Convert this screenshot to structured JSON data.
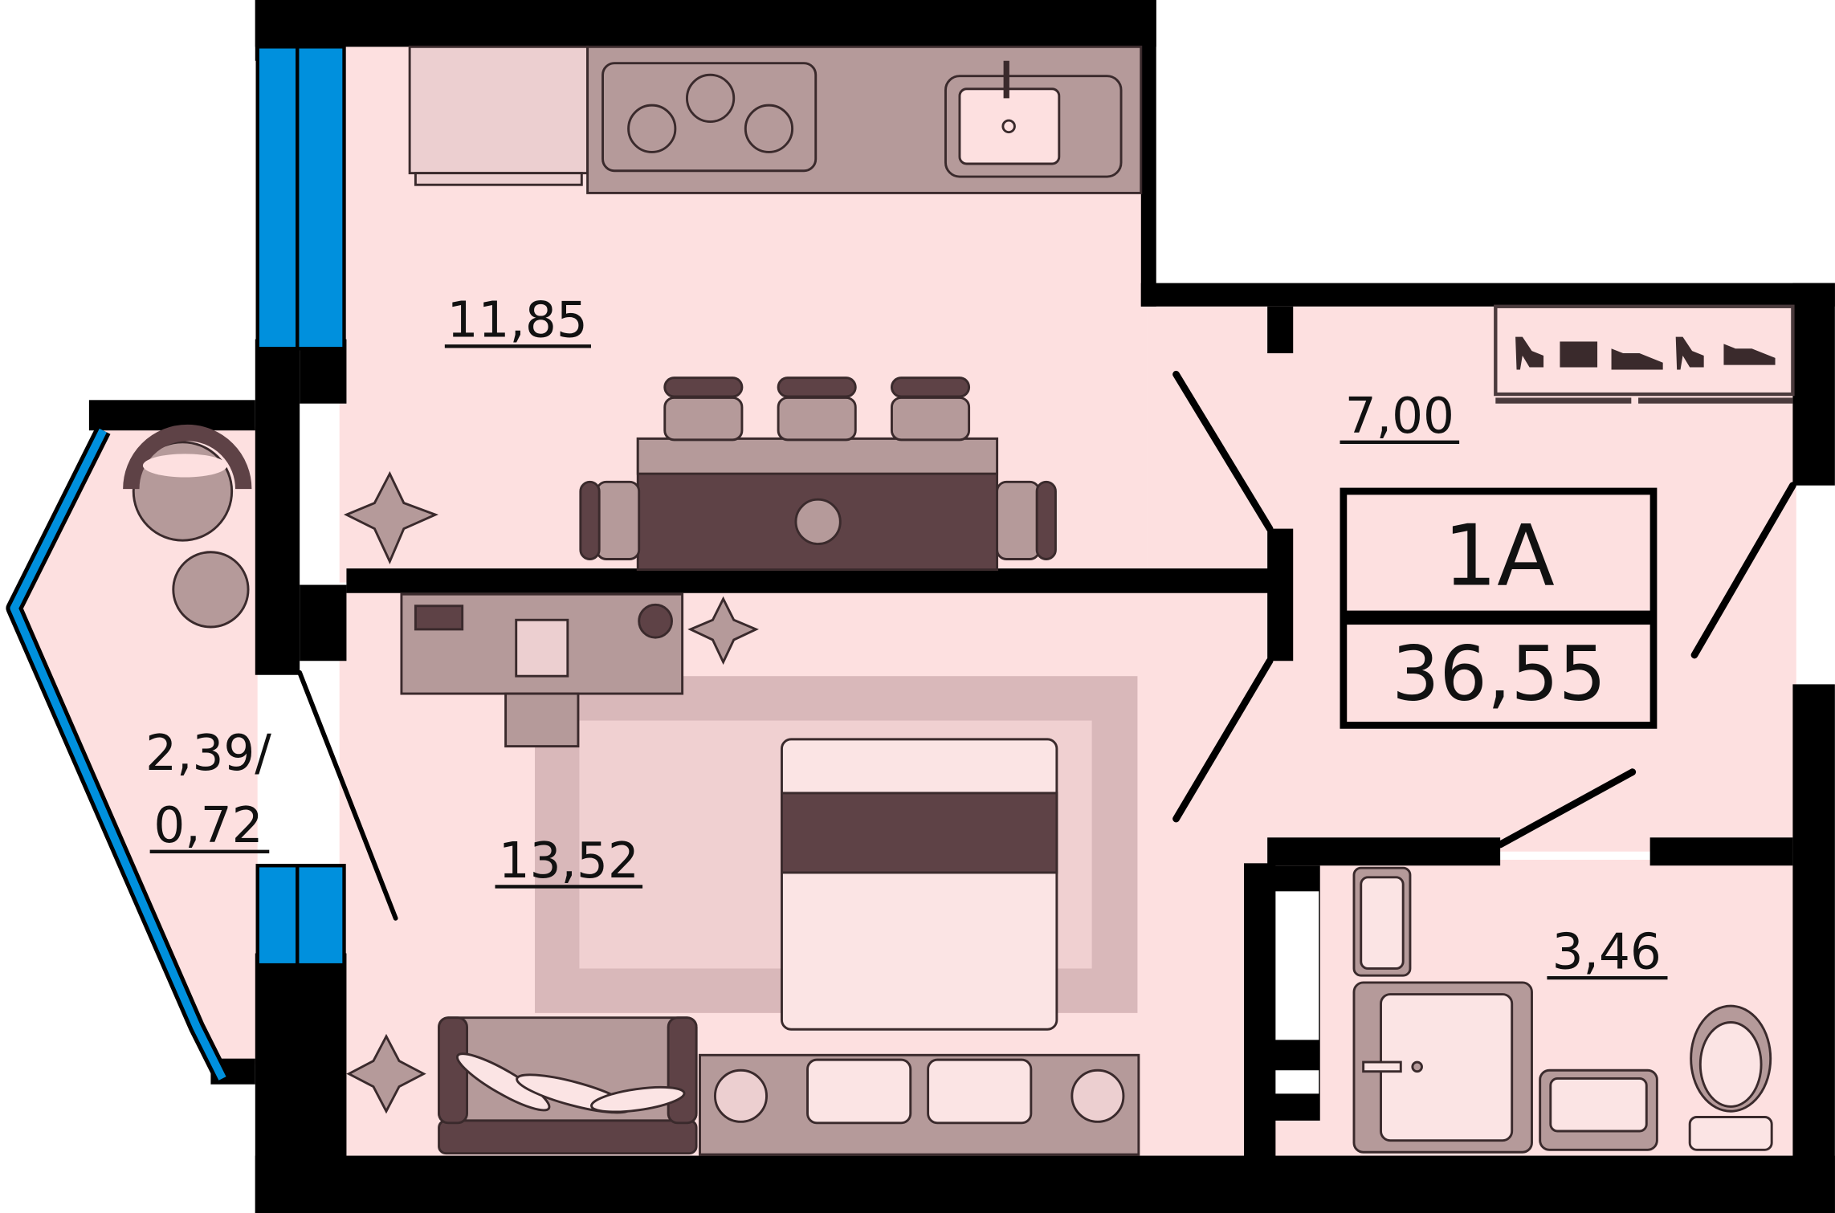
{
  "plan": {
    "apartment_type": "1A",
    "total_area": "36,55",
    "rooms": {
      "kitchen_area": "11,85",
      "hallway_area": "7,00",
      "balcony_area": "2,39/",
      "balcony_area_reduced": "0,72",
      "bedroom_area": "13,52",
      "bathroom_area": "3,46"
    }
  },
  "colors": {
    "floor": "#fde0e0",
    "wall": "#000000",
    "window": "#0090dd",
    "furniture_mid": "#b59a9a",
    "furniture_dark": "#5e4246",
    "furniture_light": "#eccfd0"
  },
  "icons": [
    "heel-shoe-icon",
    "briefcase-icon",
    "sneaker-icon",
    "heel-shoe-icon",
    "sneaker-icon"
  ]
}
